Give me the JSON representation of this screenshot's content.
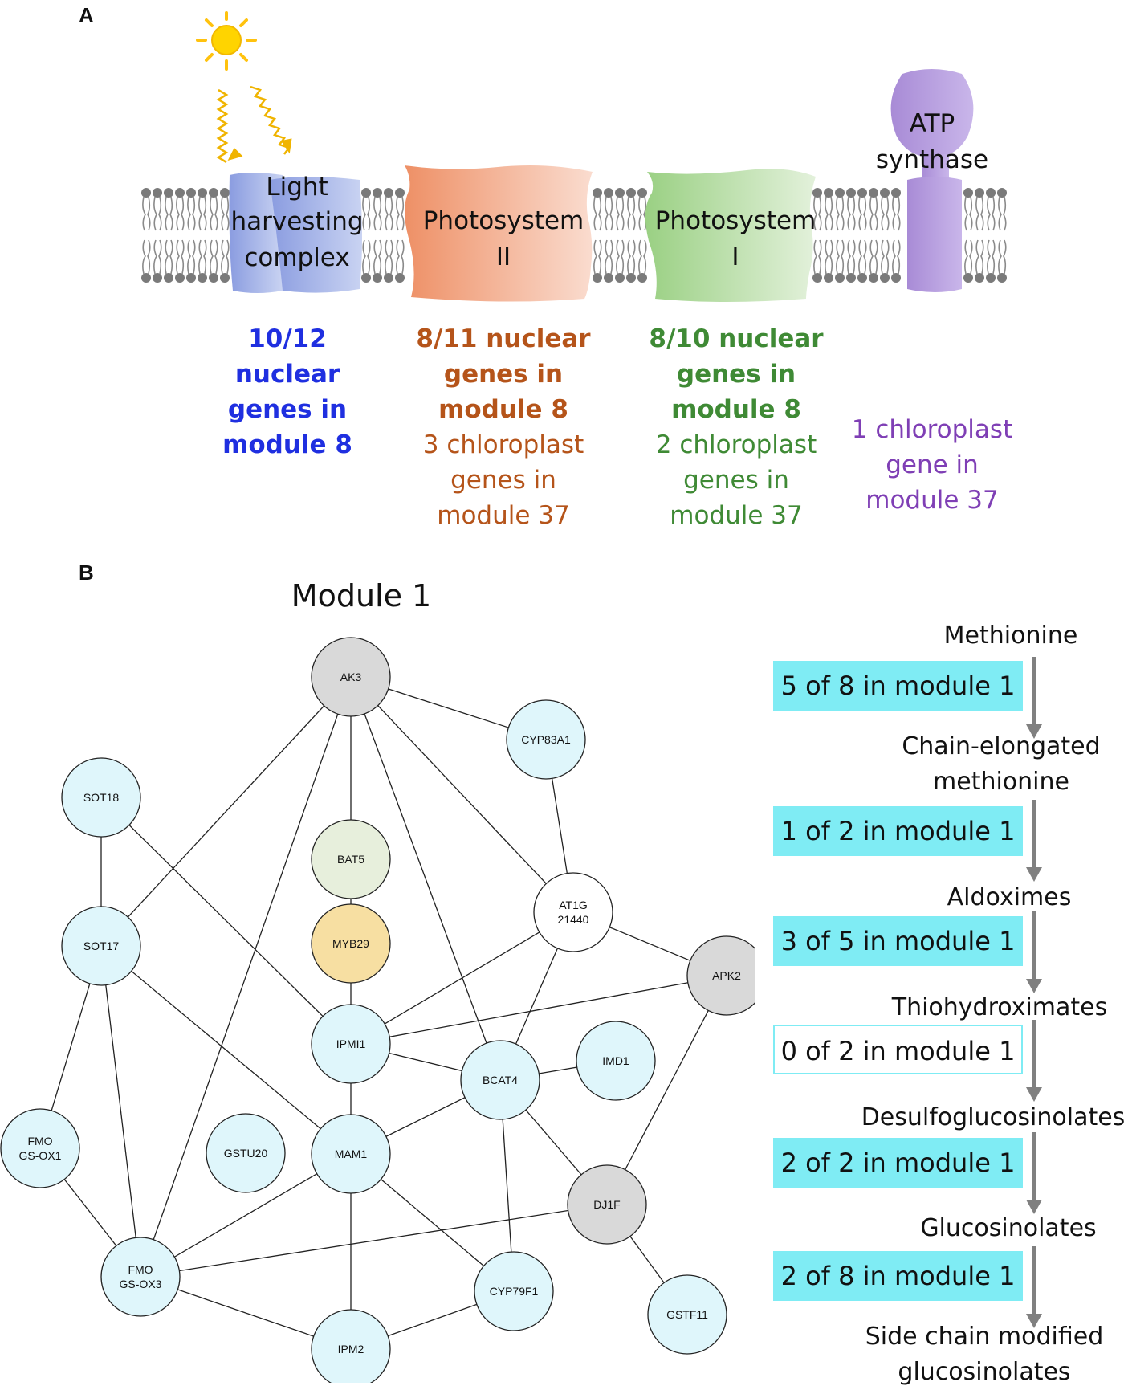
{
  "panel_a": {
    "letter": "A",
    "complexes": [
      {
        "label_lines": [
          "Light",
          "harvesting",
          "complex"
        ],
        "color": "#8f9fe0"
      },
      {
        "label_lines": [
          "Photosystem",
          "II"
        ],
        "color": "#ee9670"
      },
      {
        "label_lines": [
          "Photosystem",
          "I"
        ],
        "color": "#9acf85"
      },
      {
        "label_lines": [
          "ATP",
          "synthase"
        ],
        "color": "#a98ad6"
      }
    ],
    "captions": [
      {
        "bold_lines": [
          "10/12",
          "nuclear",
          "genes in",
          "module 8"
        ],
        "normal_lines": [],
        "color": "#1f2fe0"
      },
      {
        "bold_lines": [
          "8/11 nuclear",
          "genes in",
          "module 8"
        ],
        "normal_lines": [
          "3 chloroplast",
          "genes in",
          "module 37"
        ],
        "color": "#b5541a"
      },
      {
        "bold_lines": [
          "8/10 nuclear",
          "genes in",
          "module 8"
        ],
        "normal_lines": [
          "2 chloroplast",
          "genes in",
          "module 37"
        ],
        "color": "#3f8a35"
      },
      {
        "bold_lines": [],
        "normal_lines": [
          "1 chloroplast",
          "gene in",
          "module 37"
        ],
        "color": "#7f3fb5"
      }
    ]
  },
  "panel_b": {
    "letter": "B",
    "module_title": "Module 1",
    "node_colors": {
      "light_blue": "#dff6fb",
      "gray": "#d9d9d9",
      "green": "#e7efdc",
      "gold": "#f7dfa2",
      "white": "#ffffff"
    },
    "nodes": [
      {
        "id": "AK3",
        "label": "AK3",
        "color": "gray"
      },
      {
        "id": "CYP83A1",
        "label": "CYP83A1",
        "color": "light_blue"
      },
      {
        "id": "SOT18",
        "label": "SOT18",
        "color": "light_blue"
      },
      {
        "id": "BAT5",
        "label": "BAT5",
        "color": "green"
      },
      {
        "id": "AT1G21440",
        "label": "AT1G\n21440",
        "color": "white"
      },
      {
        "id": "SOT17",
        "label": "SOT17",
        "color": "light_blue"
      },
      {
        "id": "MYB29",
        "label": "MYB29",
        "color": "gold"
      },
      {
        "id": "APK2",
        "label": "APK2",
        "color": "gray"
      },
      {
        "id": "IPMI1",
        "label": "IPMI1",
        "color": "light_blue"
      },
      {
        "id": "IMD1",
        "label": "IMD1",
        "color": "light_blue"
      },
      {
        "id": "BCAT4",
        "label": "BCAT4",
        "color": "light_blue"
      },
      {
        "id": "FMOGSOX1",
        "label": "FMO\nGS-OX1",
        "color": "light_blue"
      },
      {
        "id": "GSTU20",
        "label": "GSTU20",
        "color": "light_blue"
      },
      {
        "id": "MAM1",
        "label": "MAM1",
        "color": "light_blue"
      },
      {
        "id": "DJ1F",
        "label": "DJ1F",
        "color": "gray"
      },
      {
        "id": "FMOGSOX3",
        "label": "FMO\nGS-OX3",
        "color": "light_blue"
      },
      {
        "id": "CYP79F1",
        "label": "CYP79F1",
        "color": "light_blue"
      },
      {
        "id": "GSTF11",
        "label": "GSTF11",
        "color": "light_blue"
      },
      {
        "id": "IPM2",
        "label": "IPM2",
        "color": "light_blue"
      }
    ],
    "edges": [
      [
        "AK3",
        "CYP83A1"
      ],
      [
        "AK3",
        "BAT5"
      ],
      [
        "AK3",
        "SOT17"
      ],
      [
        "AK3",
        "AT1G21440"
      ],
      [
        "AK3",
        "BCAT4"
      ],
      [
        "AK3",
        "FMOGSOX3"
      ],
      [
        "CYP83A1",
        "AT1G21440"
      ],
      [
        "SOT18",
        "SOT17"
      ],
      [
        "SOT18",
        "IPMI1"
      ],
      [
        "BAT5",
        "MYB29"
      ],
      [
        "MYB29",
        "IPMI1"
      ],
      [
        "AT1G21440",
        "IPMI1"
      ],
      [
        "AT1G21440",
        "APK2"
      ],
      [
        "AT1G21440",
        "BCAT4"
      ],
      [
        "SOT17",
        "FMOGSOX1"
      ],
      [
        "SOT17",
        "FMOGSOX3"
      ],
      [
        "SOT17",
        "MAM1"
      ],
      [
        "APK2",
        "IPMI1"
      ],
      [
        "APK2",
        "DJ1F"
      ],
      [
        "IPMI1",
        "BCAT4"
      ],
      [
        "IPMI1",
        "MAM1"
      ],
      [
        "BCAT4",
        "IMD1"
      ],
      [
        "BCAT4",
        "MAM1"
      ],
      [
        "BCAT4",
        "CYP79F1"
      ],
      [
        "BCAT4",
        "DJ1F"
      ],
      [
        "FMOGSOX1",
        "FMOGSOX3"
      ],
      [
        "MAM1",
        "FMOGSOX3"
      ],
      [
        "MAM1",
        "CYP79F1"
      ],
      [
        "MAM1",
        "IPM2"
      ],
      [
        "DJ1F",
        "FMOGSOX3"
      ],
      [
        "DJ1F",
        "GSTF11"
      ],
      [
        "FMOGSOX3",
        "IPM2"
      ],
      [
        "IPM2",
        "CYP79F1"
      ]
    ],
    "pathway": {
      "steps": [
        "Methionine",
        "Chain-elongated\nmethionine",
        "Aldoximes",
        "Thiohydroximates",
        "Desulfoglucosinolates",
        "Glucosinolates",
        "Side chain modified\nglucosinolates"
      ],
      "boxes": [
        {
          "text": "5 of 8 in module 1",
          "filled": true
        },
        {
          "text": "1 of 2 in module 1",
          "filled": true
        },
        {
          "text": "3 of 5 in module 1",
          "filled": true
        },
        {
          "text": "0 of 2 in module 1",
          "filled": false
        },
        {
          "text": "2 of 2 in module 1",
          "filled": true
        },
        {
          "text": "2 of 8 in module 1",
          "filled": true
        }
      ]
    }
  }
}
